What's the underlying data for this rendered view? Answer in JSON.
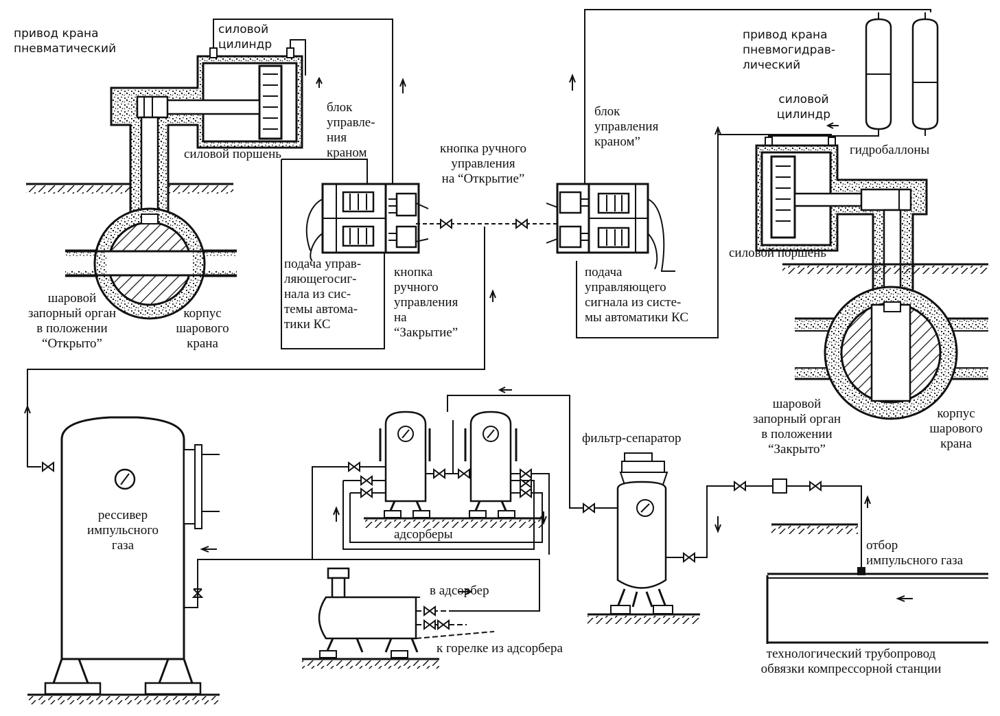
{
  "labels": {
    "pneumatic_drive": "привод крана\nпневматический",
    "power_cylinder_left": "силовой\nцилиндр",
    "power_piston_left": "силовой поршень",
    "control_block_left": "блок\nуправле-\nния\nкраном",
    "ball_left": "шаровой\nзапорный орган\nв положении\n“Открыто”",
    "body_left": "корпус\nшарового\nкрана",
    "signal_left": "подача управ-\nляющегосиг-\nнала из сис-\nтемы автома-\nтики КС",
    "button_close": "кнопка\nручного\nуправления\nна\n“Закрытие”",
    "button_open": "кнопка ручного\nуправления\nна “Открытие”",
    "control_block_right": "блок\nуправления\nкраном”",
    "signal_right": "подача\nуправляющего\nсигнала из систе-\nмы автоматики КС",
    "pneumohydraulic_drive": "привод крана\nпневмогидрав-\nлический",
    "power_cylinder_right": "силовой\nцилиндр",
    "hydro_cylinders": "гидробаллоны",
    "power_piston_right": "силовой поршень",
    "ball_right": "шаровой\nзапорный орган\nв положении\n“Закрыто”",
    "body_right": "корпус\nшарового\nкрана",
    "receiver": "рессивер\nимпульсного\nгаза",
    "adsorbers": "адсорберы",
    "filter_separator": "фильтр-сепаратор",
    "to_adsorber": "в адсорбер",
    "to_burner": "к горелке из адсорбера",
    "gas_takeoff": "отбор\nимпульсного газа",
    "pipeline": "технологический трубопровод\nобвязки компрессорной станции"
  }
}
